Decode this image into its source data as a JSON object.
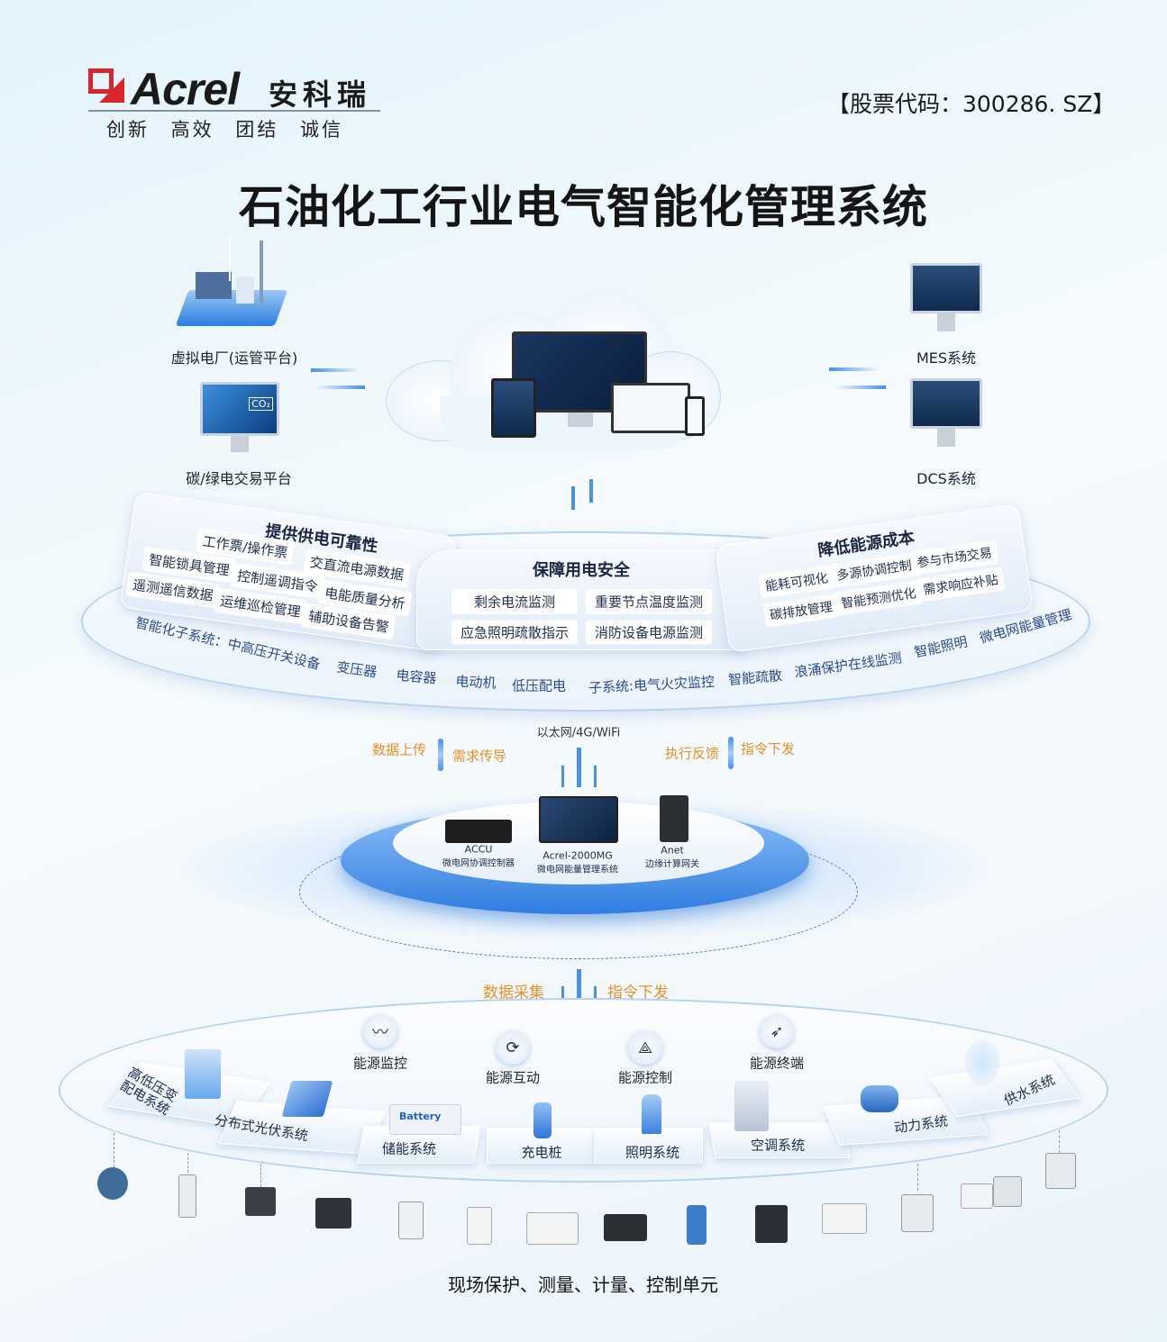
{
  "header": {
    "logo_word": "Acrel",
    "logo_cn": "安科瑞",
    "slogan": "创新 高效 团结 诚信",
    "stock_code": "【股票代码：300286. SZ】",
    "title": "石油化工行业电气智能化管理系统"
  },
  "top": {
    "vpp": "虚拟电厂(运管平台)",
    "carbon": "碳/绿电交易平台",
    "carbon_badge": "CO₂",
    "mes": "MES系统",
    "dcs": "DCS系统"
  },
  "middle": {
    "left": {
      "title": "提供供电可靠性",
      "items": [
        "工作票/操作票",
        "交直流电源数据",
        "智能锁具管理",
        "控制遥调指令",
        "电能质量分析",
        "遥测遥信数据",
        "运维巡检管理",
        "辅助设备告警"
      ]
    },
    "center": {
      "title": "保障用电安全",
      "items": [
        "剩余电流监测",
        "重要节点温度监测",
        "应急照明疏散指示",
        "消防设备电源监测"
      ]
    },
    "right": {
      "title": "降低能源成本",
      "items": [
        "能耗可视化",
        "多源协调控制",
        "参与市场交易",
        "碳排放管理",
        "智能预测优化",
        "需求响应补贴"
      ]
    },
    "strip_left": [
      "智能化子系统：中高压开关设备",
      "变压器",
      "电容器",
      "电动机",
      "低压配电"
    ],
    "strip_right": [
      "子系统:电气火灾监控",
      "智能疏散",
      "浪涌保护在线监测",
      "智能照明",
      "微电网能量管理"
    ]
  },
  "comm": {
    "network": "以太网/4G/WiFi",
    "up_left": "数据上传",
    "down_left": "需求传导",
    "up_right": "执行反馈",
    "down_right": "指令下发",
    "collect": "数据采集",
    "cmd": "指令下发"
  },
  "platform": {
    "devices": [
      {
        "name": "ACCU",
        "desc": "微电网协调控制器"
      },
      {
        "name": "Acrel-2000MG",
        "desc": "微电网能量管理系统"
      },
      {
        "name": "Anet",
        "desc": "边缘计算网关"
      }
    ]
  },
  "bottom": {
    "functions": [
      {
        "label": "能源监控",
        "icon": "monitor-wave-icon"
      },
      {
        "label": "能源互动",
        "icon": "refresh-icon"
      },
      {
        "label": "能源控制",
        "icon": "network-icon"
      },
      {
        "label": "能源终端",
        "icon": "cursor-icon"
      }
    ],
    "systems": [
      "高低压变配电系统",
      "分布式光伏系统",
      "储能系统",
      "充电桩",
      "照明系统",
      "空调系统",
      "动力系统",
      "供水系统"
    ],
    "battery_text": "Battery",
    "footer": "现场保护、测量、计量、控制单元"
  },
  "colors": {
    "accent": "#4a90e8",
    "orange": "#e8902a",
    "brand_red": "#d9262c"
  }
}
